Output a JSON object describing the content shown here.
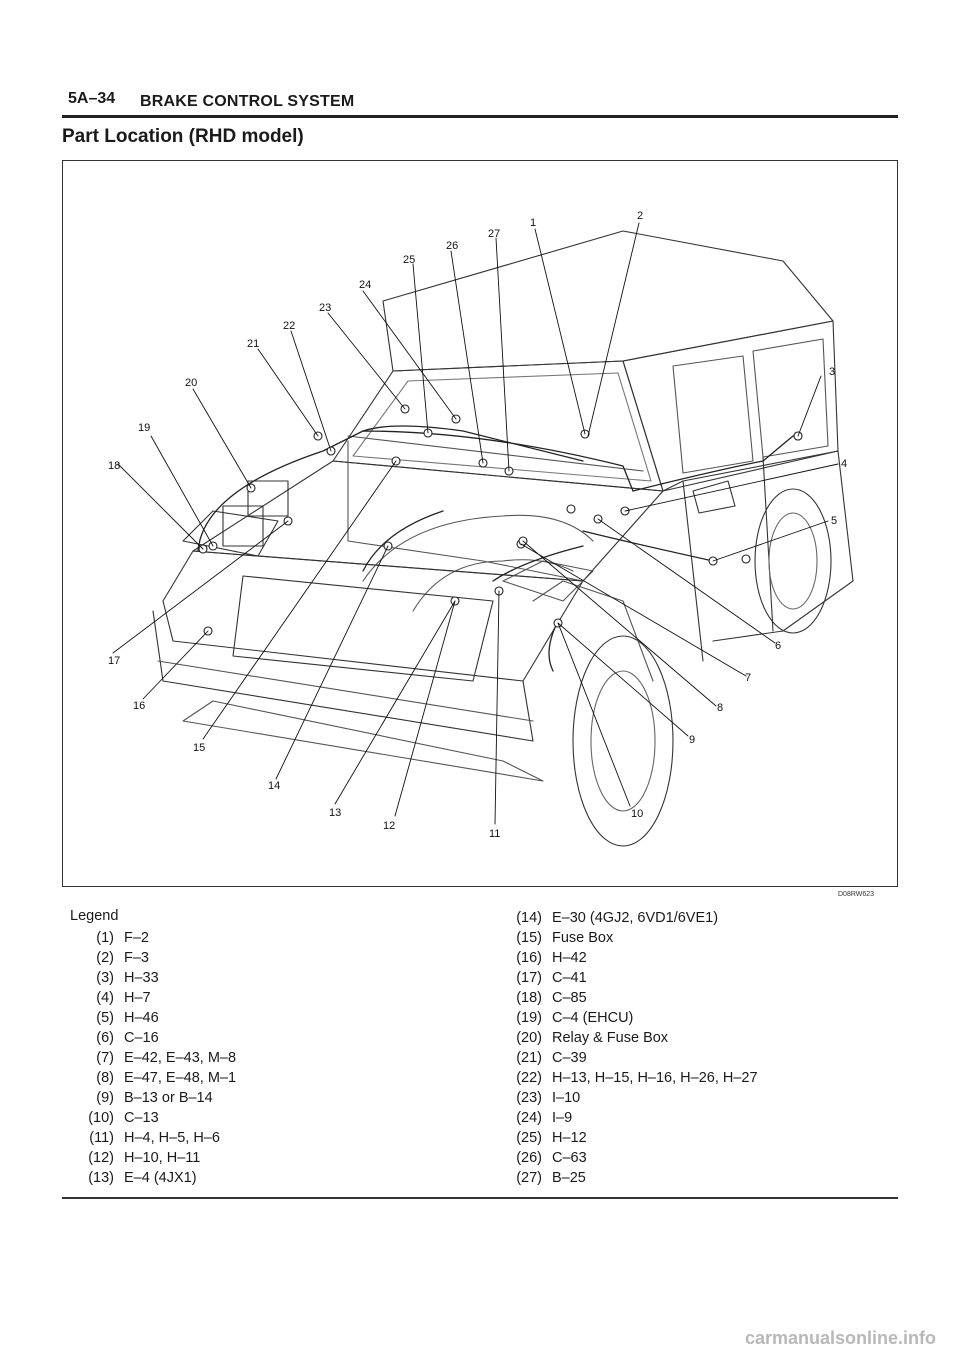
{
  "header": {
    "section_number": "5A–34",
    "title": "BRAKE CONTROL SYSTEM"
  },
  "section_title": "Part Location (RHD model)",
  "figure": {
    "code": "D08RW623",
    "callouts": [
      "1",
      "2",
      "3",
      "4",
      "5",
      "6",
      "7",
      "8",
      "9",
      "10",
      "11",
      "12",
      "13",
      "14",
      "15",
      "16",
      "17",
      "18",
      "19",
      "20",
      "21",
      "22",
      "23",
      "24",
      "25",
      "26",
      "27"
    ]
  },
  "legend": {
    "title": "Legend",
    "items": [
      {
        "num": "(1)",
        "text": "F–2"
      },
      {
        "num": "(2)",
        "text": "F–3"
      },
      {
        "num": "(3)",
        "text": "H–33"
      },
      {
        "num": "(4)",
        "text": "H–7"
      },
      {
        "num": "(5)",
        "text": "H–46"
      },
      {
        "num": "(6)",
        "text": "C–16"
      },
      {
        "num": "(7)",
        "text": "E–42, E–43, M–8"
      },
      {
        "num": "(8)",
        "text": "E–47, E–48, M–1"
      },
      {
        "num": "(9)",
        "text": "B–13 or B–14"
      },
      {
        "num": "(10)",
        "text": "C–13"
      },
      {
        "num": "(11)",
        "text": "H–4, H–5, H–6"
      },
      {
        "num": "(12)",
        "text": "H–10, H–11"
      },
      {
        "num": "(13)",
        "text": "E–4 (4JX1)"
      },
      {
        "num": "(14)",
        "text": "E–30 (4GJ2, 6VD1/6VE1)"
      },
      {
        "num": "(15)",
        "text": "Fuse Box"
      },
      {
        "num": "(16)",
        "text": "H–42"
      },
      {
        "num": "(17)",
        "text": "C–41"
      },
      {
        "num": "(18)",
        "text": "C–85"
      },
      {
        "num": "(19)",
        "text": "C–4 (EHCU)"
      },
      {
        "num": "(20)",
        "text": "Relay & Fuse Box"
      },
      {
        "num": "(21)",
        "text": "C–39"
      },
      {
        "num": "(22)",
        "text": "H–13, H–15, H–16, H–26, H–27"
      },
      {
        "num": "(23)",
        "text": "I–10"
      },
      {
        "num": "(24)",
        "text": "I–9"
      },
      {
        "num": "(25)",
        "text": "H–12"
      },
      {
        "num": "(26)",
        "text": "C–63"
      },
      {
        "num": "(27)",
        "text": "B–25"
      }
    ]
  },
  "watermark": "carmanualsonline.info"
}
